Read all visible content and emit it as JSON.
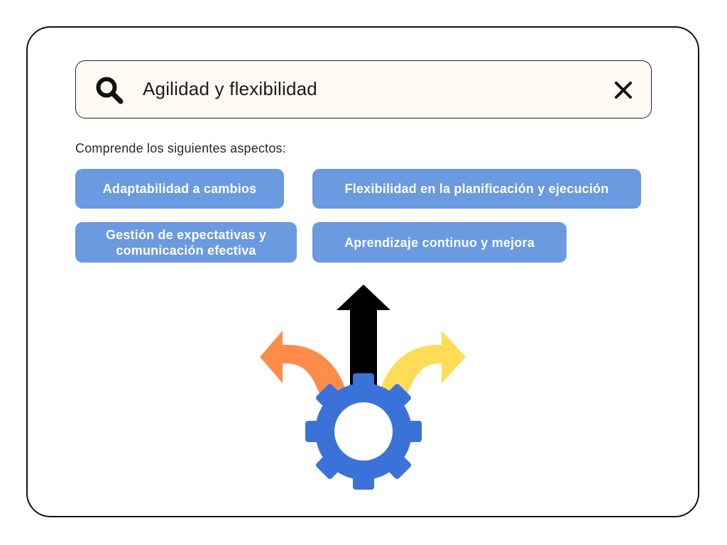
{
  "search": {
    "query": "Agilidad y flexibilidad",
    "search_icon": "search-icon",
    "clear_icon": "close-icon"
  },
  "intro": "Comprende los siguientes aspectos:",
  "chips": [
    "Adaptabilidad a cambios",
    "Flexibilidad en la planificación y ejecución",
    "Gestión de expectativas y comunicación efectiva",
    "Aprendizaje continuo y mejora"
  ],
  "illustration": {
    "icon": "gear-with-direction-arrows-icon",
    "colors": {
      "gear": "#3a72d8",
      "left_arrow": "#ff8c4a",
      "center_arrow": "#000000",
      "right_arrow": "#ffdc56"
    }
  },
  "colors": {
    "chip_background": "#6a9ae0",
    "search_background": "#fdf9f3"
  }
}
